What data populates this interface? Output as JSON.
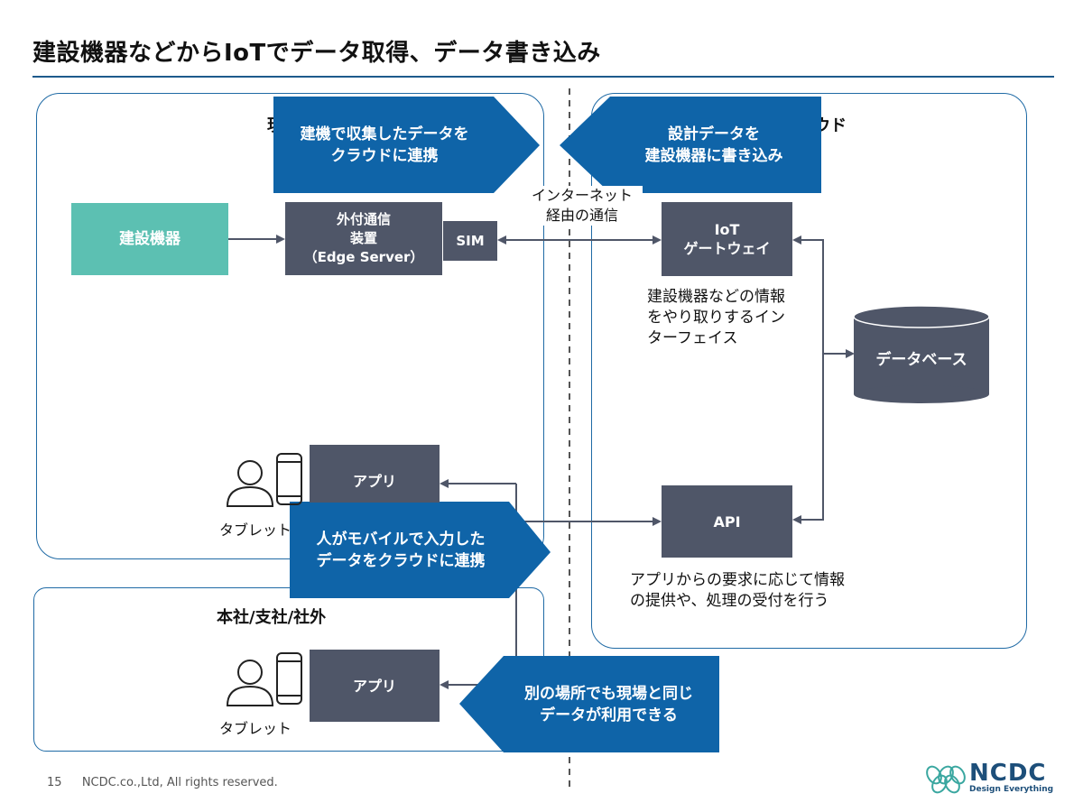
{
  "title": "建設機器などからIoTでデータ取得、データ書き込み",
  "regions": {
    "site_label": "現場",
    "cloud_label": "クラウド",
    "office_label": "本社/支社/社外"
  },
  "boxes": {
    "construction_machine": "建設機器",
    "edge_device_line1": "外付通信",
    "edge_device_line2": "装置",
    "edge_device_line3": "（Edge Server）",
    "sim": "SIM",
    "iot_gateway_line1": "IoT",
    "iot_gateway_line2": "ゲートウェイ",
    "database": "データベース",
    "api": "API",
    "app_site": "アプリ",
    "app_office": "アプリ"
  },
  "labels": {
    "internet_line1": "インターネット",
    "internet_line2": "経由の通信",
    "gateway_desc_line1": "建設機器などの情報",
    "gateway_desc_line2": "をやり取りするイン",
    "gateway_desc_line3": "ターフェイス",
    "api_desc_line1": "アプリからの要求に応じて情報",
    "api_desc_line2": "の提供や、処理の受付を行う",
    "tablet_site": "タブレット",
    "tablet_office": "タブレット"
  },
  "callouts": {
    "machine_to_cloud_line1": "建機で収集したデータを",
    "machine_to_cloud_line2": "クラウドに連携",
    "design_to_machine_line1": "設計データを",
    "design_to_machine_line2": "建設機器に書き込み",
    "mobile_to_cloud_line1": "人がモバイルで入力した",
    "mobile_to_cloud_line2": "データをクラウドに連携",
    "shared_data_line1": "別の場所でも現場と同じ",
    "shared_data_line2": "データが利用できる"
  },
  "footer": {
    "page_number": "15",
    "copyright": "NCDC.co.,Ltd, All rights reserved."
  },
  "logo": {
    "name": "NCDC",
    "tagline": "Design Everything"
  },
  "colors": {
    "callout_blue": "#0f64a8",
    "box_gray": "#4f5668",
    "teal": "#5cc0b2",
    "region_border": "#1f6aa5"
  }
}
